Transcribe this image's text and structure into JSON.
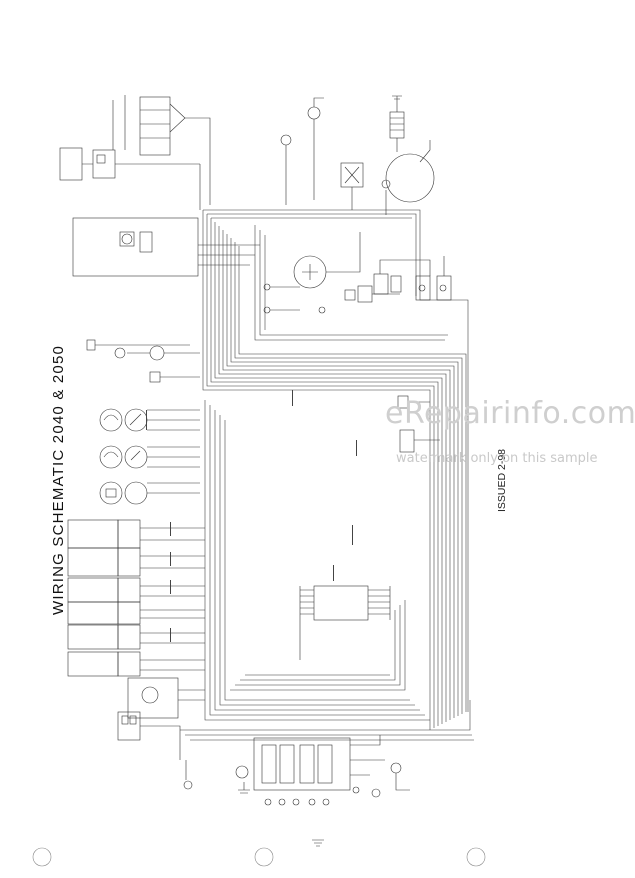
{
  "title": "WIRING SCHEMATIC 2040 & 2050",
  "issued": "ISSUED 2-98",
  "watermark": {
    "site": "eRepairinfo.com",
    "note": "watermark only on this sample"
  },
  "colors": {
    "paper": "#ffffff",
    "ink": "#222222",
    "watermark": "#cccccc"
  }
}
